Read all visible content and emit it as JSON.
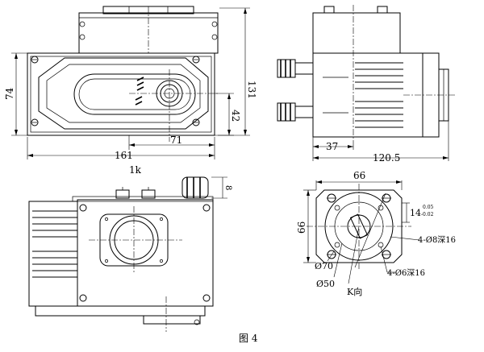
{
  "figure_caption": "图 4",
  "front_view": {
    "dim_width": "161",
    "dim_height_body": "74",
    "dim_total_height": "131",
    "dim_offset_x": "71",
    "dim_offset_y": "42",
    "label_below": "1k"
  },
  "side_view": {
    "dim_width": "120.5",
    "dim_offset": "37"
  },
  "k_view": {
    "dim_width": "66",
    "dim_height": "66",
    "dim_slot": "14",
    "dim_slot_tol_upper": "0.05",
    "dim_slot_tol_lower": "-0.02",
    "hole_note_a": "4-Ø8深16",
    "hole_note_b": "4-Ø6深16",
    "dim_d70": "Ø70",
    "dim_d50": "Ø50",
    "view_label": "K向"
  },
  "bottom_view": {
    "dim_side": "8"
  }
}
